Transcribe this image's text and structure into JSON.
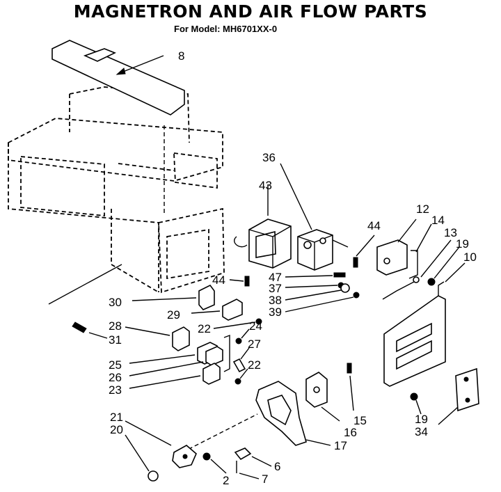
{
  "header": {
    "title": "MAGNETRON AND AIR FLOW PARTS",
    "subtitle": "For Model: MH6701XX-0"
  },
  "callouts": {
    "c2": "2",
    "c6": "6",
    "c7": "7",
    "c8": "8",
    "c10": "10",
    "c12": "12",
    "c13": "13",
    "c14": "14",
    "c15": "15",
    "c16": "16",
    "c17": "17",
    "c19a": "19",
    "c19b": "19",
    "c20": "20",
    "c21": "21",
    "c22a": "22",
    "c22b": "22",
    "c23": "23",
    "c24": "24",
    "c25": "25",
    "c26": "26",
    "c27": "27",
    "c28": "28",
    "c29": "29",
    "c30": "30",
    "c31": "31",
    "c34": "34",
    "c36": "36",
    "c37": "37",
    "c38": "38",
    "c39": "39",
    "c43": "43",
    "c44a": "44",
    "c44b": "44",
    "c47": "47"
  }
}
